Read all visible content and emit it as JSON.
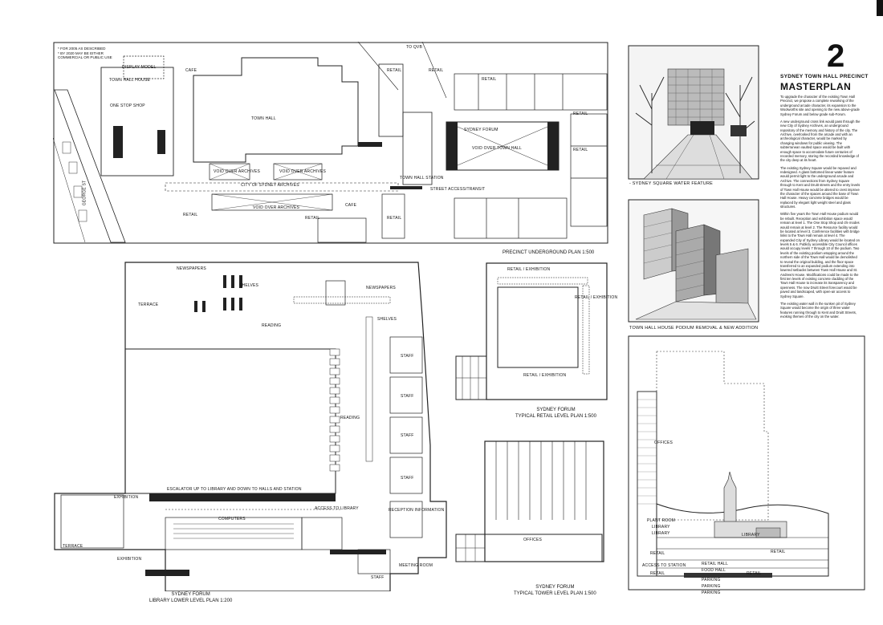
{
  "sheet": {
    "number": "2",
    "title_line1": "SYDNEY TOWN HALL PRECINCT",
    "title_line2": "MASTERPLAN",
    "paragraphs": [
      "To upgrade the character of the existing Town Hall Precinct, we propose a complete reworking of the underground arcade character, its expansion to the Woolworths site and opening to the new above-grade Sydney Forum and below grade sub-Forum.",
      "A new underground cross link would pass through the new City of Sydney Archives, an underground repository of the memory and history of the city. The Archive, overlooked from the arcade and with an archeological character, would be marked by changing windows for public viewing. The subterranean vaulted space would be built with enough space to accomodate future centuries of recorded memory, storing the recorded knowledge of the city deep at its heart.",
      "The existing Sydney Square would be repaved and redesigned. A glass bottomed linear water feature would permit light to the underground arcade and Archive. The connections from Sydney Square through to Kent and Druitt streets and the entry levels of Town Hall House would be altered to crest improve the character of the spaces around the base of Town Hall House. Heavy concrete bridges would be replaced by elegant light weight steel and glass structures.",
      "Within five years the Town Hall House podium would be rebuilt. Reception and exhibition space would remain at level 1. The One Stop Shop and cfe modes would remain at level 2. The Resource facility would be located at level 3. Conference facilities with bridge links to the Town Hall remain at level 4. The expanded City of Sydney Library would be located on levels 5 & 6. Publicly accessible City Council offices would occupy levels 7 through 10 of the podium. Two levels of the existing podium wrapping around the northern side of the Town Hall would be demolished to reveal the original building, and the floor space transferred to an expanded podium extending into lowered setbacks between Town Hall House and St. Andrew's House. Modifications could be made to the first ten levels of existing concrete cladding of the Town Hall House to increase its transparency and openness. The now Druitt Street forecourt would be paved and landscaped, with open-air access to Sydney Square.",
      "The existing water wall in the sunken pit of Sydney Square would become the origin of three water features running through to Kent and Druitt Streets, evoking themes of the city on the water."
    ]
  },
  "underground_plan": {
    "note_lines": [
      "* FOR 2005 AS DESCRIBED",
      "* BY 2020 MAY BE EITHER",
      "COMMERCIAL OR PUBLIC USE"
    ],
    "labels": {
      "to_qvb": "TO QVB",
      "display_model": "DISPLAY MODEL",
      "town_hall_house": "TOWN HALL HOUSE",
      "cafe_top": "CAFE",
      "one_stop_shop": "ONE STOP SHOP",
      "town_hall": "TOWN HALL",
      "sydney_forum": "SYDNEY FORUM",
      "void_over_town_hall": "VOID OVER TOWN HALL",
      "void_over_archives_1": "VOID OVER ARCHIVES",
      "void_over_archives_2": "VOID OVER ARCHIVES",
      "void_over_archives_3": "VOID OVER ARCHIVES",
      "city_archives": "CITY OF SYDNEY ARCHIVES",
      "town_hall_station": "TOWN HALL STATION",
      "street_access": "STREET ACCESS/TRANSIT",
      "cafe_bottom": "CAFE",
      "retail_a": "RETAIL",
      "retail_b": "RETAIL",
      "retail_c": "RETAIL",
      "retail_d": "RETAIL",
      "retail_e": "RETAIL",
      "retail_f": "RETAIL",
      "retail_g": "RETAIL",
      "retail_h": "RETAIL",
      "street": "GEORGE ST"
    },
    "caption": "PRECINCT UNDERGROUND PLAN  1:500"
  },
  "library_plan": {
    "labels": {
      "newspapers_left": "NEWSPAPERS",
      "shelves": "SHELVES",
      "newspapers_right": "NEWSPAPERS",
      "terrace_top": "TERRACE",
      "reading_top": "READING",
      "reading_mid": "READING",
      "staff_1": "STAFF",
      "staff_2": "STAFF",
      "staff_3": "STAFF",
      "staff_4": "STAFF",
      "escalator": "ESCALATOR UP TO LIBRARY AND DOWN TO HALLS AND STATION",
      "computers": "COMPUTERS",
      "exhibition_1": "EXHIBITION",
      "exhibition_2": "EXHIBITION",
      "terrace_bottom": "TERRACE",
      "access_library": "ACCESS TO LIBRARY",
      "reception": "RECEPTION INFORMATION",
      "meeting_room": "MEETING ROOM",
      "staff_5": "STAFF",
      "shelves_2": "SHELVES"
    },
    "caption_line1": "SYDNEY FORUM",
    "caption_line2": "LIBRARY  LOWER LEVEL PLAN  1:200"
  },
  "retail_plan": {
    "labels": {
      "retail_top": "RETAIL / EXHIBITION",
      "retail_right": "RETAIL / EXHIBITION",
      "retail_bottom": "RETAIL / EXHIBITION"
    },
    "caption_line1": "SYDNEY FORUM",
    "caption_line2": "TYPICAL RETAIL LEVEL PLAN  1:500"
  },
  "tower_plan": {
    "labels": {
      "offices": "OFFICES"
    },
    "caption_line1": "SYDNEY FORUM",
    "caption_line2": "TYPICAL TOWER LEVEL PLAN  1:500"
  },
  "sketch_square": {
    "caption": "- SYDNEY SQUARE  WATER FEATURE"
  },
  "sketch_house": {
    "caption": "TOWN HALL HOUSE  PODIUM REMOVAL & NEW ADDITION"
  },
  "section": {
    "labels": {
      "offices": "OFFICES",
      "plant_room": "PLANT ROOM",
      "library_1": "LIBRARY",
      "library_2": "LIBRARY",
      "library_3": "LIBRARY",
      "retail_1": "RETAIL",
      "retail_2": "RETAIL",
      "retail_3": "RETAIL",
      "retail_4": "RETAIL",
      "retail_hall": "RETAIL HALL",
      "food_hall": "FOOD HALL",
      "access_station": "ACCESS TO STATION",
      "parking_1": "PARKING",
      "parking_2": "PARKING",
      "parking_3": "PARKING"
    }
  }
}
